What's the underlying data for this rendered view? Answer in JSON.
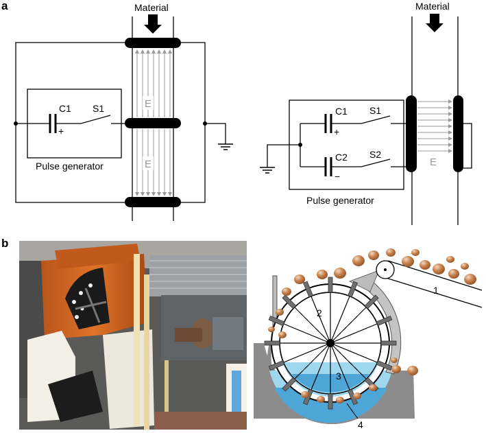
{
  "panels": {
    "a": "a",
    "b": "b"
  },
  "left_circuit": {
    "material": "Material",
    "c1": "C1",
    "c1_polarity": "+",
    "s1": "S1",
    "field_top": "E",
    "field_bottom": "E",
    "generator": "Pulse generator"
  },
  "right_circuit": {
    "material": "Material",
    "c1": "C1",
    "c1_polarity": "+",
    "s1": "S1",
    "c2": "C2",
    "c2_polarity": "−",
    "s2": "S2",
    "field": "E",
    "generator": "Pulse generator"
  },
  "wheel_labels": {
    "l1": "1",
    "l2": "2",
    "l3": "3",
    "l4": "4"
  },
  "colors": {
    "orange": "#d5681f",
    "water": "#9fd7ef",
    "water_deep": "#4da6d6",
    "rock": "#b96d3c",
    "trough": "#8c8c8c"
  }
}
